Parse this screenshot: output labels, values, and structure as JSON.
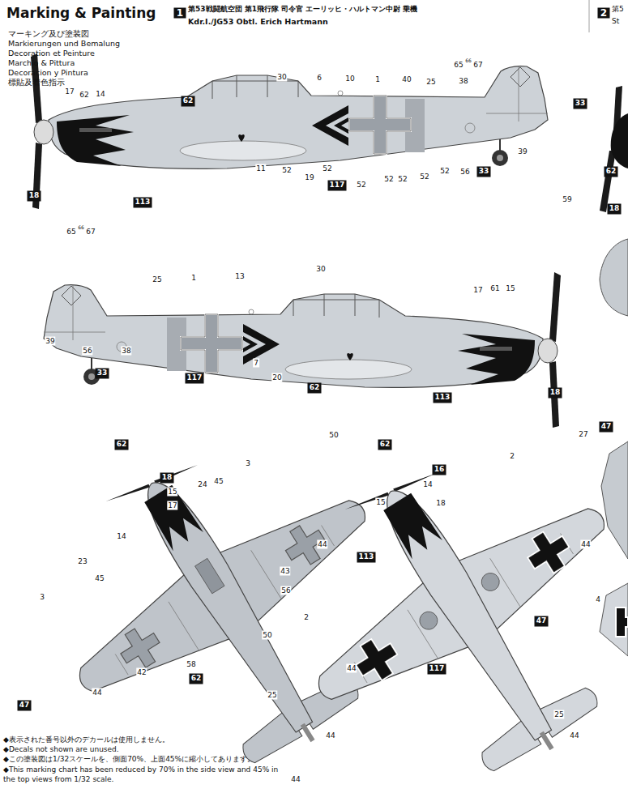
{
  "diagram": {
    "title": "Marking & Painting",
    "nodes": [
      {
        "text": [
          "1"
        ]
      },
      {
        "text": [
          "2"
        ]
      },
      {
        "text": [
          "62"
        ]
      },
      {
        "text": [
          "18"
        ]
      },
      {
        "text": [
          "113"
        ]
      },
      {
        "text": [
          "117"
        ]
      },
      {
        "text": [
          "33"
        ]
      },
      {
        "text": [
          "33"
        ]
      },
      {
        "text": [
          "117"
        ]
      },
      {
        "text": [
          "62"
        ]
      },
      {
        "text": [
          "113"
        ]
      },
      {
        "text": [
          "18"
        ]
      },
      {
        "text": [
          "62"
        ]
      },
      {
        "text": [
          "18"
        ]
      },
      {
        "text": [
          "62"
        ]
      },
      {
        "text": [
          "47"
        ]
      },
      {
        "text": [
          "62"
        ]
      },
      {
        "text": [
          "16"
        ]
      },
      {
        "text": [
          "113"
        ]
      },
      {
        "text": [
          "47"
        ]
      },
      {
        "text": [
          "47"
        ]
      },
      {
        "text": [
          "117"
        ]
      },
      {
        "text": [
          "33"
        ]
      },
      {
        "text": [
          "62"
        ]
      },
      {
        "text": [
          "18"
        ]
      }
    ],
    "labels": [
      "マーキング及び塗装図",
      "Markierungen und Bemalung",
      "Decoration et Peinture",
      "Marchio & Pittura",
      "Decoracion y Pintura",
      "標貼及着色指示",
      "第53戦闘航空団 第1飛行隊 司令官 エーリッヒ・ハルトマン中尉 乗機",
      "Kdr.I./JG53 Obtl. Erich Hartmann",
      "第5",
      "St",
      "◆表示された番号以外のデカールは使用しません。",
      "◆Decals not shown are unused.",
      "◆この塗装図は1/32スケールを、側面70%、上面45%に縮小してあります。",
      "◆This marking chart has been reduced by 70% in the side view and 45% in the top views from 1/32 scale.",
      "30",
      "6",
      "10",
      "1",
      "40",
      "25",
      "38",
      "65",
      "66",
      "67",
      "17",
      "14",
      "62",
      "11",
      "52",
      "19",
      "52",
      "52",
      "52",
      "52",
      "52",
      "52",
      "56",
      "39",
      "65",
      "66",
      "67",
      "30",
      "13",
      "25",
      "1",
      "17",
      "61",
      "15",
      "39",
      "56",
      "38",
      "7",
      "20",
      "15",
      "17",
      "14",
      "24",
      "45",
      "3",
      "50",
      "44",
      "43",
      "56",
      "23",
      "45",
      "3",
      "42",
      "58",
      "50",
      "25",
      "44",
      "44",
      "44",
      "14",
      "18",
      "15",
      "2",
      "27",
      "44",
      "2",
      "44",
      "25",
      "44",
      "59",
      "4"
    ]
  }
}
